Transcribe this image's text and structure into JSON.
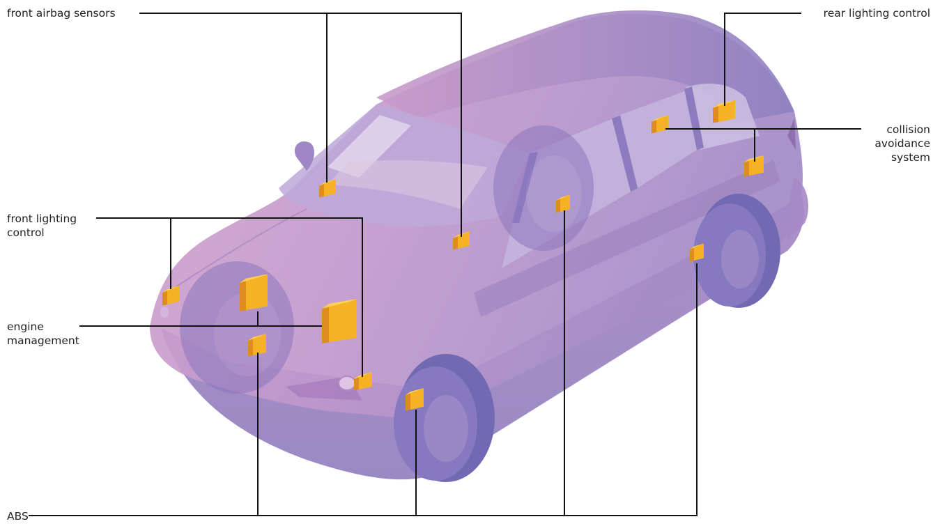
{
  "labels": {
    "front_airbag_sensors": "front airbag sensors",
    "rear_lighting_control": "rear lighting control",
    "collision_avoidance": [
      "collision",
      "avoidance",
      "system"
    ],
    "front_lighting_control": [
      "front lighting",
      "control"
    ],
    "engine_management": [
      "engine",
      "management"
    ],
    "abs": "ABS"
  },
  "colors": {
    "car_body": "#c49ccb",
    "car_glass": "#b7a6d6",
    "car_shadow": "#8f7fc0",
    "tyre": "#7c76bb",
    "module_front": "#f5b324",
    "module_side": "#e08a22",
    "leader_line": "#111111"
  }
}
